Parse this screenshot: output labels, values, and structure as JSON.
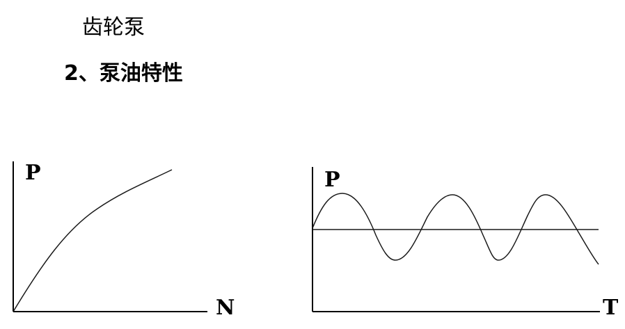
{
  "header": {
    "title": "齿轮泵",
    "subtitle": "2、泵油特性"
  },
  "graphs": {
    "left": {
      "y_label": "P",
      "x_label": "N",
      "curve": "increasing-concave"
    },
    "right": {
      "y_label": "P",
      "x_label": "T",
      "curve": "sinusoidal-oscillation-about-mean"
    }
  },
  "colors": {
    "line": "#1a1a1a",
    "axis": "#000000",
    "background": "#ffffff"
  }
}
